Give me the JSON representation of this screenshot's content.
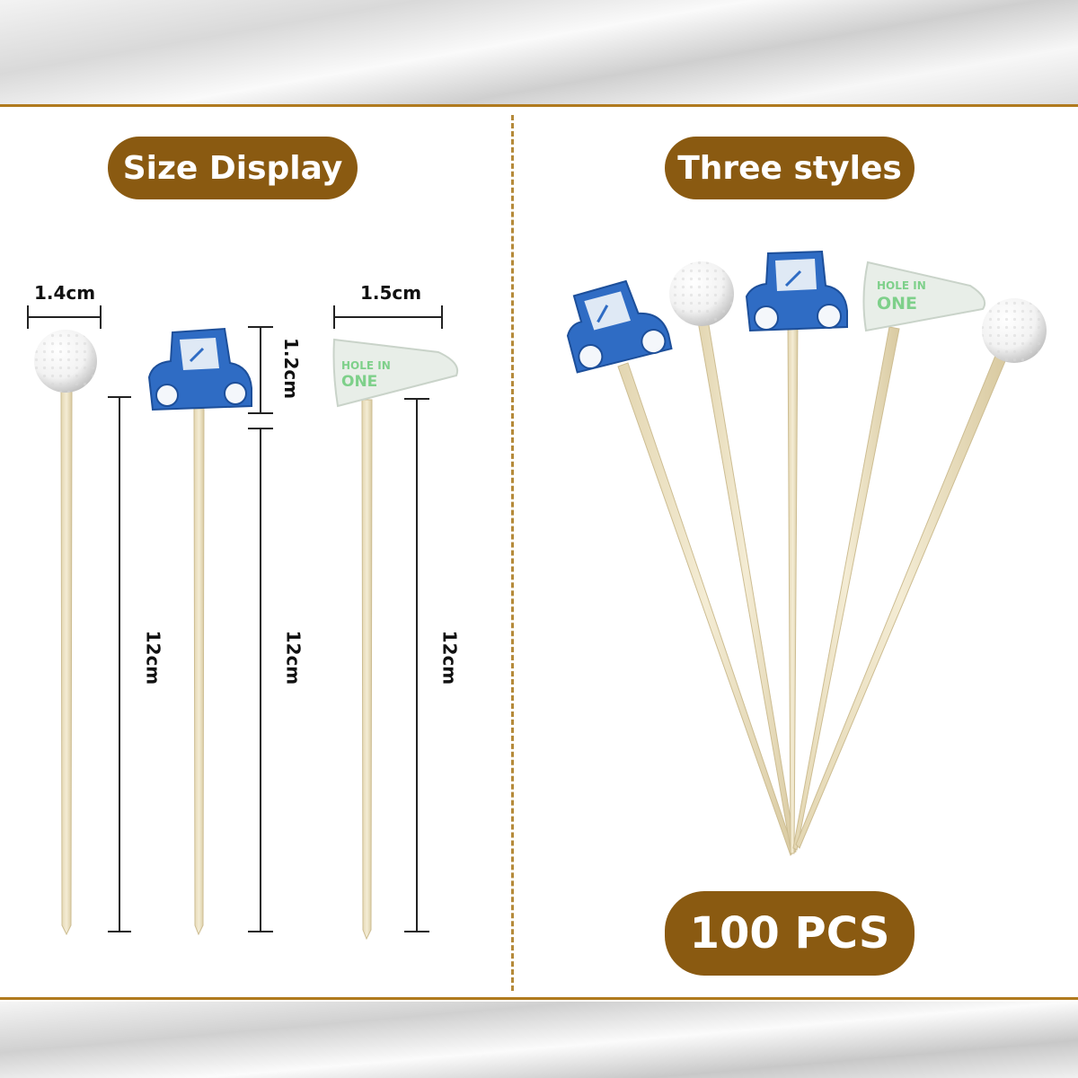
{
  "headings": {
    "size_display": "Size Display",
    "three_styles": "Three styles",
    "count": "100 PCS"
  },
  "dimensions": {
    "ball_width": "1.4cm",
    "cart_height": "1.2cm",
    "flag_width": "1.5cm",
    "ball_length": "12cm",
    "cart_length": "12cm",
    "flag_length": "12cm"
  },
  "flag_text": [
    "HOLE IN",
    "ONE"
  ],
  "colors": {
    "accent_brown": "#8a5a11",
    "gold_line": "#b07a1e",
    "cart_blue": "#2f6cc4",
    "flag_green": "#7ed08a",
    "stick": "#eadfbf"
  }
}
